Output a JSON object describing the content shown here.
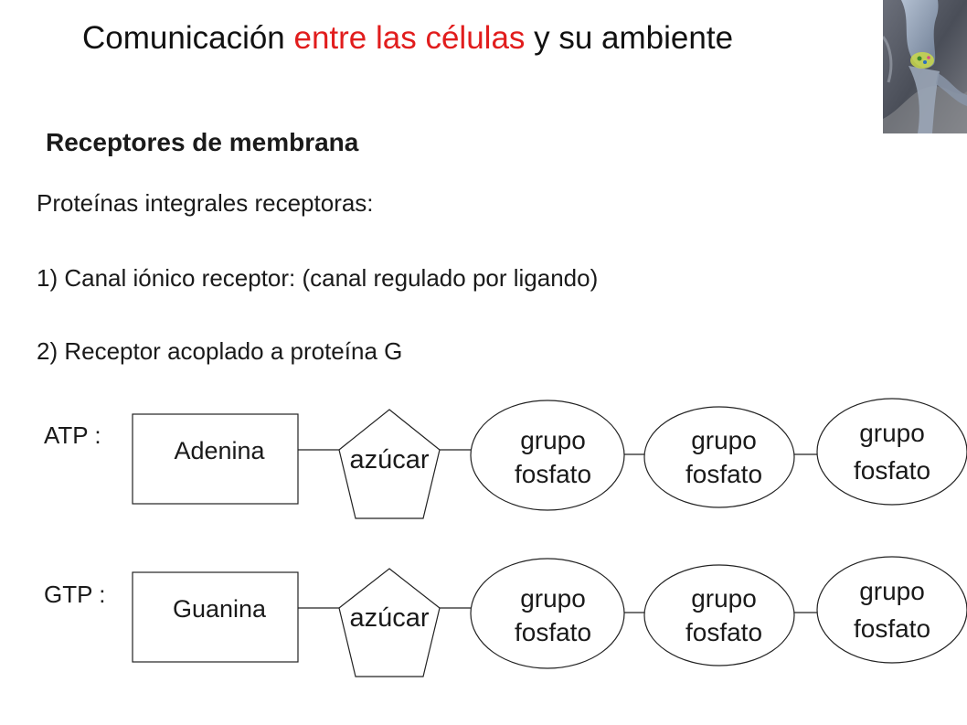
{
  "title": {
    "part1": "Comunicación ",
    "part2_red": "entre las células",
    "part3": " y su ambiente"
  },
  "subtitle": "Receptores de membrana",
  "lines": {
    "intro": "Proteínas integrales receptoras:",
    "item1": "1) Canal iónico receptor: (canal regulado por ligando)",
    "item2": "2) Receptor acoplado a proteína G"
  },
  "atp": {
    "label": "ATP :",
    "base": "Adenina",
    "sugar": "azúcar",
    "phosphates": [
      {
        "line1": "grupo",
        "line2": "fosfato"
      },
      {
        "line1": "grupo",
        "line2": "fosfato"
      },
      {
        "line1": "grupo",
        "line2": "fosfato"
      }
    ]
  },
  "gtp": {
    "label": "GTP :",
    "base": "Guanina",
    "sugar": "azúcar",
    "phosphates": [
      {
        "line1": "grupo",
        "line2": "fosfato"
      },
      {
        "line1": "grupo",
        "line2": "fosfato"
      },
      {
        "line1": "grupo",
        "line2": "fosfato"
      }
    ]
  },
  "colors": {
    "accent_red": "#e11d1d",
    "text": "#1a1a1a"
  }
}
